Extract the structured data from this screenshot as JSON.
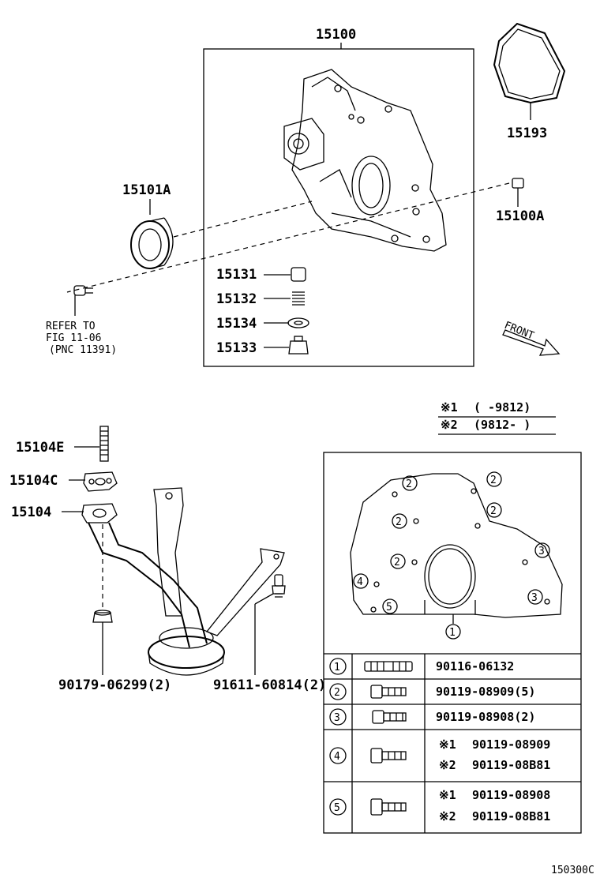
{
  "parts": {
    "p15100": "15100",
    "p15193": "15193",
    "p15101A": "15101A",
    "p15100A": "15100A",
    "p15131": "15131",
    "p15132": "15132",
    "p15134": "15134",
    "p15133": "15133",
    "p15104E": "15104E",
    "p15104C": "15104C",
    "p15104": "15104",
    "p90179": "90179-06299(2)",
    "p91611": "91611-60814(2)"
  },
  "refer": {
    "line1": "REFER TO",
    "line2": "FIG 11-06",
    "line3": "(PNC 11391)"
  },
  "front_label": "FRONT",
  "legend": {
    "row1_mark": "※1",
    "row1_range": "(      -9812)",
    "row2_mark": "※2",
    "row2_range": "(9812-      )"
  },
  "bolt_positions": [
    "2",
    "2",
    "2",
    "2",
    "2",
    "3",
    "3",
    "4",
    "5",
    "1"
  ],
  "bolt_table": [
    {
      "num": "1",
      "part": "90116-06132"
    },
    {
      "num": "2",
      "part": "90119-08909(5)"
    },
    {
      "num": "3",
      "part": "90119-08908(2)"
    },
    {
      "num": "4",
      "m1": "※1",
      "p1": "90119-08909",
      "m2": "※2",
      "p2": "90119-08B81"
    },
    {
      "num": "5",
      "m1": "※1",
      "p1": "90119-08908",
      "m2": "※2",
      "p2": "90119-08B81"
    }
  ],
  "diagram_code": "150300C"
}
